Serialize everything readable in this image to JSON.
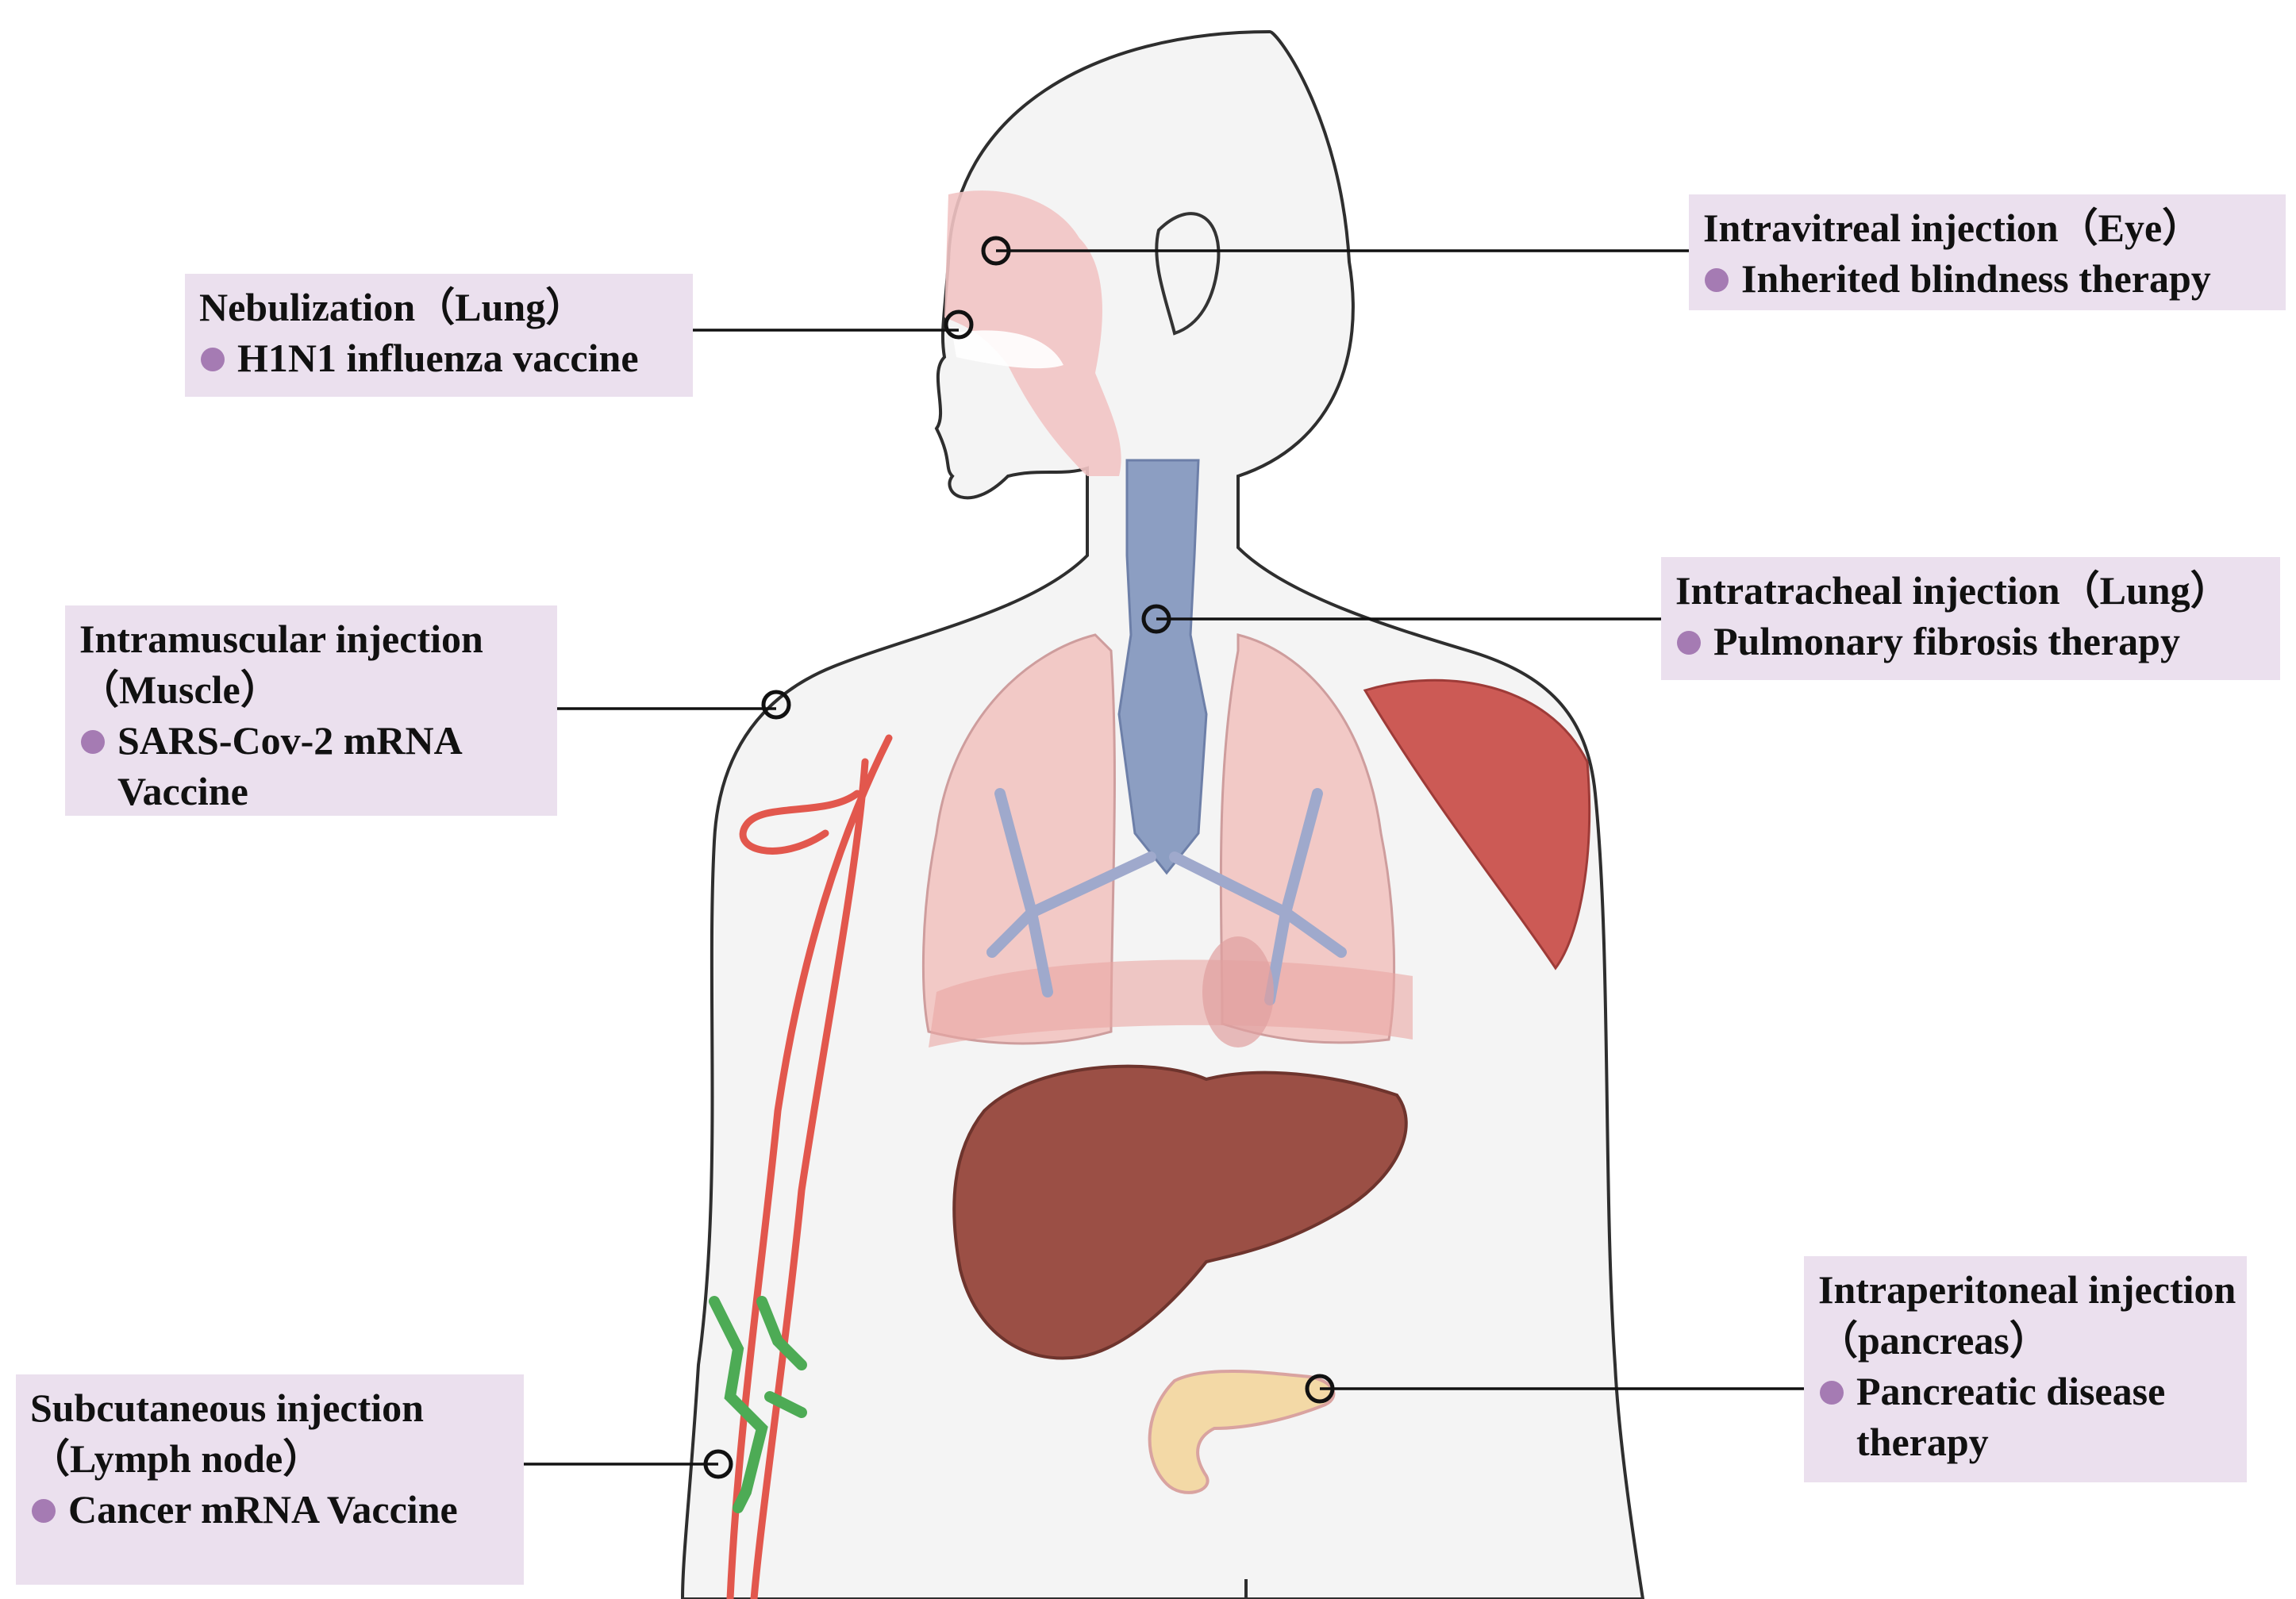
{
  "colors": {
    "label_background": "#ebe0ee",
    "bullet": "#a57bb3",
    "liver": "#9b4f45",
    "lung": "#f2c7c4",
    "trachea": "#8c9ec2",
    "muscle": "#cc5a55",
    "vessel": "#e2574d",
    "lymph": "#4dab55",
    "pancreas": "#f3d9a6"
  },
  "labels": {
    "eye": {
      "title": "Intravitreal injection（Eye）",
      "items": [
        "Inherited blindness therapy"
      ]
    },
    "nebulization": {
      "title": "Nebulization（Lung）",
      "items": [
        "H1N1 influenza vaccine"
      ]
    },
    "intratracheal": {
      "title": "Intratracheal injection（Lung）",
      "items": [
        "Pulmonary fibrosis therapy"
      ]
    },
    "intramuscular": {
      "title": "Intramuscular injection",
      "subtitle": "（Muscle）",
      "items": [
        "SARS-Cov-2 mRNA Vaccine"
      ]
    },
    "intraperitoneal": {
      "title": "Intraperitoneal injection",
      "subtitle": "（pancreas）",
      "items": [
        "Pancreatic disease therapy"
      ]
    },
    "subcutaneous": {
      "title": "Subcutaneous injection",
      "subtitle": "（Lymph node）",
      "items": [
        "Cancer mRNA Vaccine"
      ]
    }
  }
}
